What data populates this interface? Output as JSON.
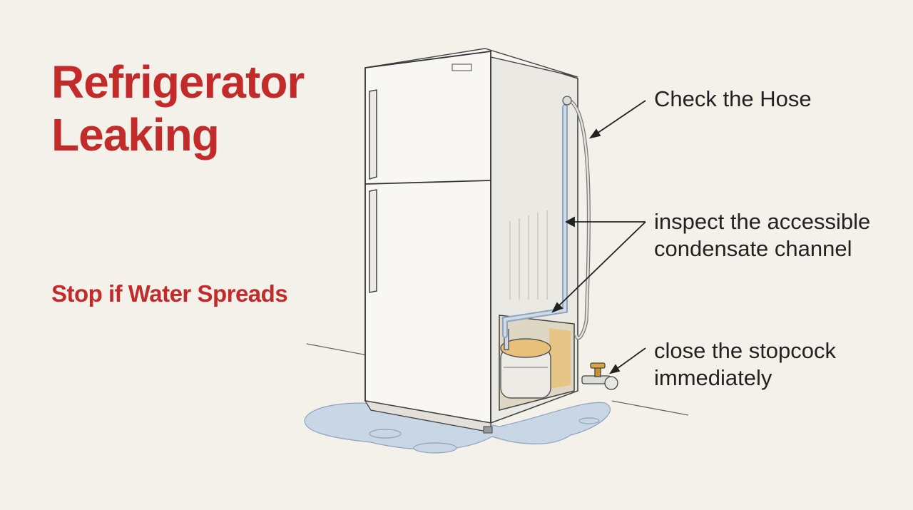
{
  "title": {
    "line1": "Refrigerator",
    "line2": "Leaking"
  },
  "warning": "Stop if Water Spreads",
  "callouts": {
    "hose": {
      "line1": "Check the Hose"
    },
    "channel": {
      "line1": "inspect the accessible",
      "line2": "condensate channel"
    },
    "stopcock": {
      "line1": "close the stopcock",
      "line2": "immediately"
    }
  },
  "colors": {
    "accent": "#c32a2a",
    "background": "#f3f1ea",
    "water": "#c9d6e6",
    "compressor": "#e8c07a"
  }
}
